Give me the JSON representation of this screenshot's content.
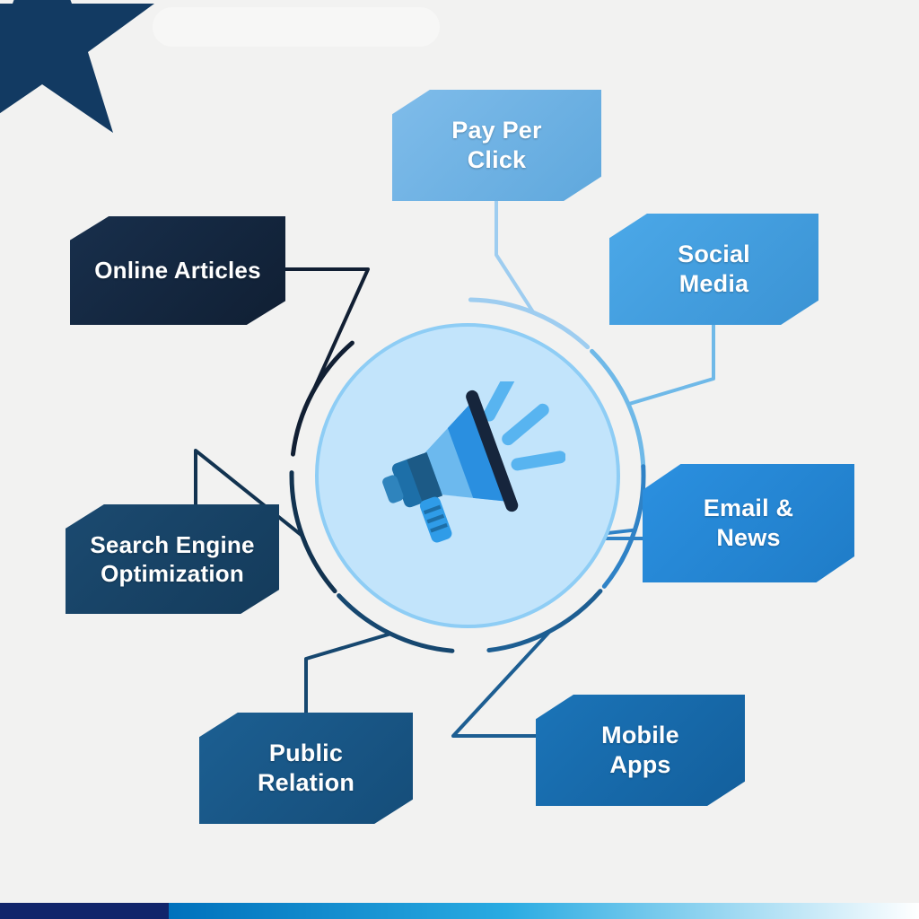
{
  "diagram": {
    "type": "hub-and-spoke",
    "center_icon": "megaphone-icon",
    "center_circle_fill": "#c2e4fb",
    "center_circle_stroke": "#8ecdf5",
    "background": "#f2f2f1",
    "corner_shape": "star-icon",
    "corner_shape_color": "#123a62",
    "bottom_bar": {
      "navy_color": "#11256b",
      "gradient_from": "#0071bc",
      "gradient_mid": "#29abe2",
      "gradient_to": "#ffffff"
    },
    "nodes": [
      {
        "id": "pay-per-click",
        "label": "Pay Per\nClick",
        "color": "#7fbcea",
        "edge_color": "#5fa8dd",
        "arc_color": "#9ecdf0",
        "angle": -68
      },
      {
        "id": "social-media",
        "label": "Social\nMedia",
        "color": "#4ba8e8",
        "edge_color": "#3b93d4",
        "arc_color": "#6fb9e8",
        "angle": -24
      },
      {
        "id": "email-and-news",
        "label": "Email &\nNews",
        "color": "#2b90e0",
        "edge_color": "#1f7cc7",
        "arc_color": "#2f82c6",
        "angle": 18
      },
      {
        "id": "mobile-apps",
        "label": "Mobile\nApps",
        "color": "#1b74b8",
        "edge_color": "#135f9c",
        "arc_color": "#1d5e92",
        "angle": 62
      },
      {
        "id": "public-relation",
        "label": "Public\nRelation",
        "color": "#1c5f92",
        "edge_color": "#154d79",
        "arc_color": "#16476f",
        "angle": 116
      },
      {
        "id": "search-engine-optimization",
        "label": "Search Engine\nOptimization",
        "color": "#1b4a70",
        "edge_color": "#143b5b",
        "arc_color": "#123350",
        "angle": 160
      },
      {
        "id": "online-articles",
        "label": "Online Articles",
        "color": "#182f4c",
        "edge_color": "#101f33",
        "arc_color": "#111f33",
        "angle": 208
      }
    ]
  }
}
